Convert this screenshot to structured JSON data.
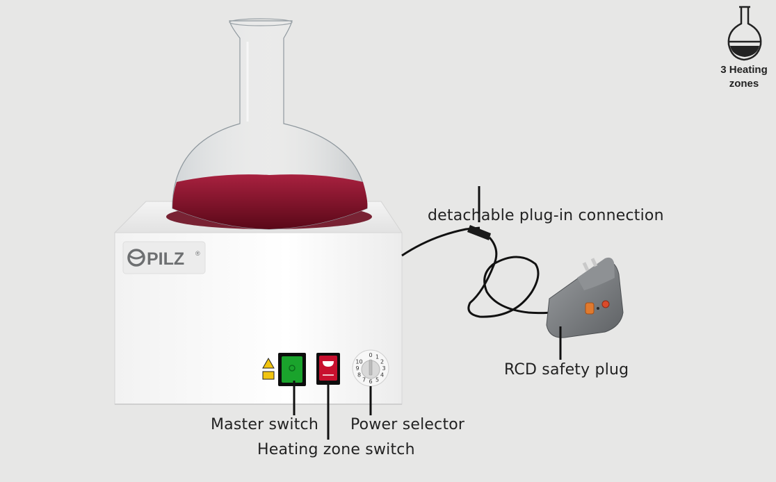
{
  "brand": {
    "logo_text": "PILZ",
    "registered_mark": "®"
  },
  "badge": {
    "icon": "flask-icon",
    "line1": "3 Heating",
    "line2": "zones"
  },
  "callouts": {
    "plug_in": "detachable plug-in connection",
    "rcd": "RCD safety plug",
    "master": "Master switch",
    "power": "Power selector",
    "zone": "Heating zone switch"
  },
  "dial": {
    "numbers": [
      "0",
      "1",
      "2",
      "3",
      "4",
      "5",
      "6",
      "7",
      "8",
      "9",
      "10"
    ]
  },
  "colors": {
    "background": "#e7e7e6",
    "liquid": "#7a1024",
    "master_switch": "#1aa32c",
    "zone_switch": "#c8102e",
    "housing": "#fafafa",
    "rcd_body": "#7c7f82",
    "rcd_button": "#e07a2e"
  }
}
